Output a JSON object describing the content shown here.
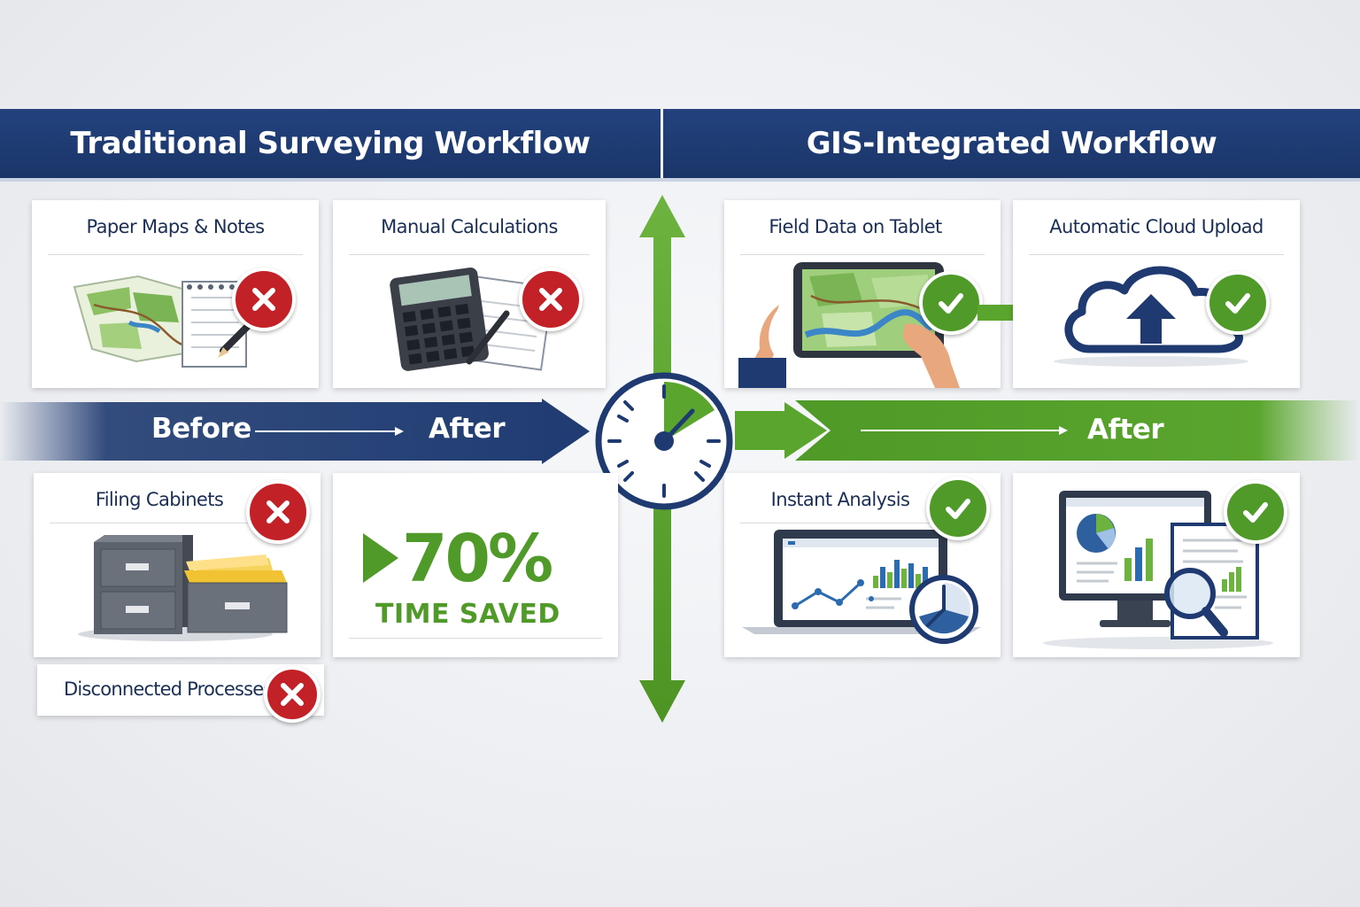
{
  "header": {
    "left_title": "Traditional Surveying Workflow",
    "right_title": "GIS-Integrated Workflow"
  },
  "traditional": {
    "cards": [
      {
        "title": "Paper Maps & Notes",
        "icon": "paper-map-notebook-icon",
        "status": "x"
      },
      {
        "title": "Manual Calculations",
        "icon": "calculator-icon",
        "status": "x"
      },
      {
        "title": "Filing Cabinets",
        "icon": "filing-cabinet-icon",
        "status": "x"
      },
      {
        "title": "Disconnected Processes",
        "icon": "x-icon",
        "status": "x"
      }
    ]
  },
  "gis": {
    "cards": [
      {
        "title": "Field Data on Tablet",
        "icon": "tablet-map-icon",
        "status": "check"
      },
      {
        "title": "Automatic Cloud Upload",
        "icon": "cloud-upload-icon",
        "status": "check"
      },
      {
        "title": "Instant Analysis",
        "icon": "laptop-analytics-icon",
        "status": "check"
      },
      {
        "title": "",
        "icon": "monitor-report-magnifier-icon",
        "status": "check"
      }
    ]
  },
  "timeline": {
    "left_before": "Before",
    "left_after": "After",
    "right_after": "After"
  },
  "stat": {
    "value": "70%",
    "label": "TIME SAVED"
  },
  "colors": {
    "navy": "#1e3a70",
    "green": "#5a9f2c",
    "red": "#c22128"
  }
}
